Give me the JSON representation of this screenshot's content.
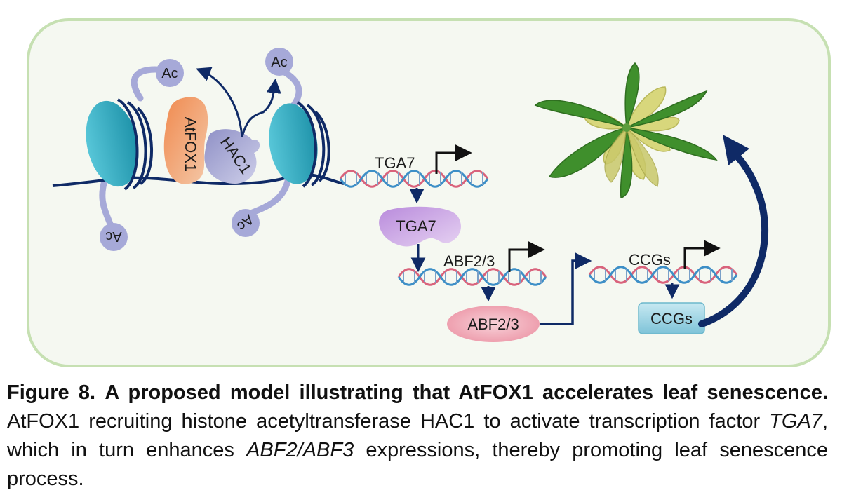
{
  "diagram": {
    "acetyl_labels": [
      "Ac",
      "Ac",
      "Ac",
      "Ac"
    ],
    "proteins": {
      "atfox1": "AtFOX1",
      "hac1": "HAC1"
    },
    "genes": {
      "tga7_gene": "TGA7",
      "tga7_protein": "TGA7",
      "abf_gene": "ABF2/3",
      "abf_protein": "ABF2/3",
      "ccg_gene": "CCGs",
      "ccg_protein": "CCGs"
    },
    "colors": {
      "panel_border": "#c6e0b2",
      "panel_fill": "#f5f8f1",
      "nucleosome": "#3ab0c6",
      "histone_tail": "#a6a9d8",
      "dna_strand_red": "#d9637c",
      "dna_strand_blue": "#3d8fc7",
      "arrow": "#0f2a66",
      "atfox1": "#ef9a68",
      "hac1": "#a7a8d3",
      "tga7_protein": "#c8a4e0",
      "abf_protein": "#ef9fae",
      "ccg_protein": "#93cfe0",
      "leaf_green": "#3f8f2c",
      "leaf_yellow": "#d8d77c"
    }
  },
  "caption": {
    "figure_label": "Figure 8.",
    "title": "A proposed model illustrating that AtFOX1 accelerates leaf senescence.",
    "body_1": "AtFOX1 recruiting histone acetyltransferase HAC1 to activate transcription factor ",
    "tga7": "TGA7",
    "body_2": ", which in turn enhances ",
    "abf": "ABF2/ABF3",
    "body_3": " expressions, thereby promoting leaf senescence process."
  }
}
